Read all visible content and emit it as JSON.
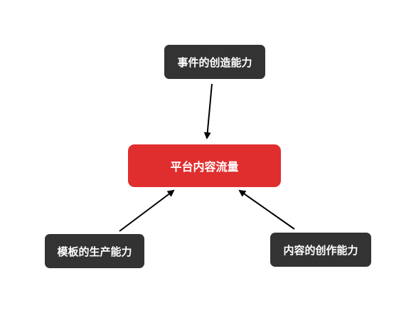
{
  "diagram": {
    "nodes": {
      "top": {
        "label": "事件的创造能力"
      },
      "center": {
        "label": "平台内容流量"
      },
      "left": {
        "label": "模板的生产能力"
      },
      "right": {
        "label": "内容的创作能力"
      }
    },
    "edges": [
      {
        "from": "top",
        "to": "center"
      },
      {
        "from": "left",
        "to": "center"
      },
      {
        "from": "right",
        "to": "center"
      }
    ],
    "colors": {
      "center_fill": "#e02e2e",
      "node_fill": "#333333",
      "text": "#ffffff",
      "arrow": "#000000"
    }
  }
}
